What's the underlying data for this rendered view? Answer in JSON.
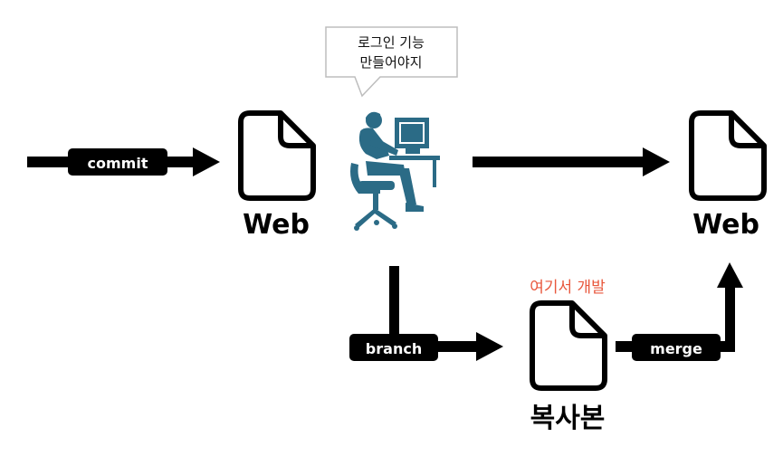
{
  "labels": {
    "commit": "commit",
    "branch": "branch",
    "merge": "merge",
    "web_left": "Web",
    "web_right": "Web",
    "copy": "복사본",
    "develop_here": "여기서 개발"
  },
  "speech_bubble": {
    "line1": "로그인 기능",
    "line2": "만들어야지"
  },
  "colors": {
    "arrow": "#000000",
    "pill_bg": "#000000",
    "pill_text": "#ffffff",
    "note": "#e8573c",
    "figure": "#2b6b86"
  },
  "icons": {
    "document": "document-icon",
    "developer": "developer-at-computer-icon"
  }
}
